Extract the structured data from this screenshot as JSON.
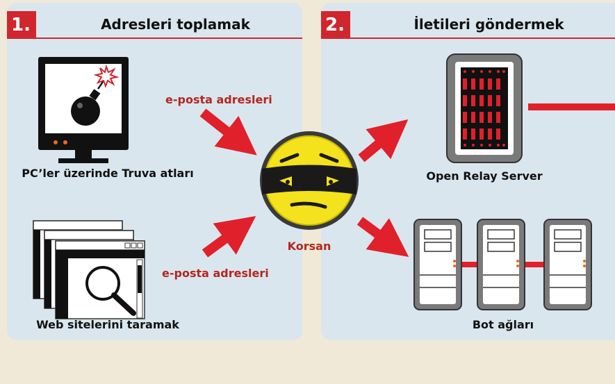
{
  "panel1": {
    "number": "1.",
    "title": "Adresleri toplamak",
    "pc_caption": "PC’ler üzerinde Truva atları",
    "web_caption": "Web sitelerini taramak",
    "arrow_label_top": "e-posta adresleri",
    "arrow_label_bottom": "e-posta adresleri"
  },
  "center": {
    "hacker_caption": "Korsan"
  },
  "panel2": {
    "number": "2.",
    "title": "İletileri göndermek",
    "relay_caption": "Open Relay Server",
    "bot_caption": "Bot ağları"
  },
  "colors": {
    "accent_red": "#d0262e",
    "panel_blue": "#dae6ee",
    "page_bg": "#f1e9d8",
    "hacker_yellow": "#f3e21c"
  }
}
